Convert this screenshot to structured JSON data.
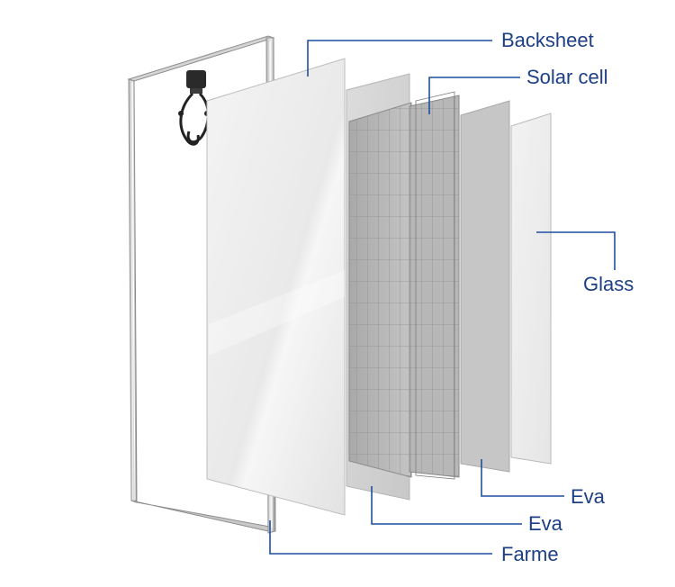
{
  "diagram": {
    "labels": {
      "backsheet": "Backsheet",
      "solar_cell": "Solar cell",
      "glass": "Glass",
      "eva_front": "Eva",
      "eva_back": "Eva",
      "frame": "Farme"
    },
    "colors": {
      "label_text": "#1c3f85",
      "leader_line": "#1f4f9e",
      "frame": "#8e8e8e",
      "junction_box": "#2a2a2a"
    }
  }
}
